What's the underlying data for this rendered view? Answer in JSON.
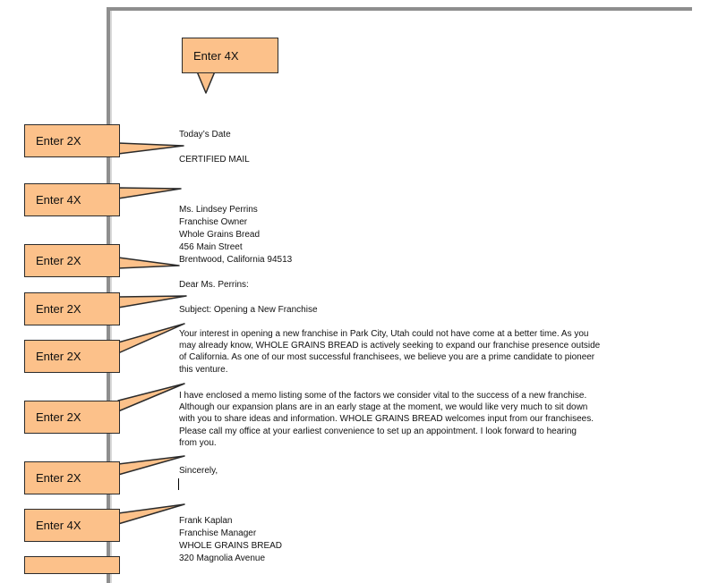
{
  "callouts": [
    "Enter 4X",
    "Enter 2X",
    "Enter 4X",
    "Enter 2X",
    "Enter 2X",
    "Enter 2X",
    "Enter 2X",
    "Enter 2X",
    "Enter 4X"
  ],
  "letter": {
    "date": "Today’s Date",
    "certified": "CERTIFIED MAIL",
    "recipient": {
      "name": "Ms. Lindsey Perrins",
      "title": "Franchise Owner",
      "company": "Whole Grains Bread",
      "street": "456 Main Street",
      "city": "Brentwood, California 94513"
    },
    "salutation": "Dear Ms. Perrins:",
    "subject": "Subject: Opening a New Franchise",
    "para1": [
      "Your interest in opening a new franchise in Park City, Utah could not have come at a better time. As you",
      "may already know, WHOLE GRAINS BREAD is actively seeking to expand our franchise presence outside",
      "of California. As one of our most successful franchisees, we believe you are a prime candidate to pioneer",
      "this venture."
    ],
    "para2": [
      "I have enclosed a memo listing some of the factors we consider vital to the success of a new franchise.",
      "Although our expansion plans are in an early stage at the moment, we would like very much to sit down",
      "with you to share ideas and information. WHOLE GRAINS BREAD welcomes input from our franchisees.",
      "Please call my office at your earliest convenience to set up an appointment. I look forward to hearing",
      "from you."
    ],
    "closing": "Sincerely,",
    "sender": {
      "name": "Frank Kaplan",
      "title": "Franchise Manager",
      "company": "WHOLE GRAINS BREAD",
      "street": "320 Magnolia Avenue"
    }
  }
}
